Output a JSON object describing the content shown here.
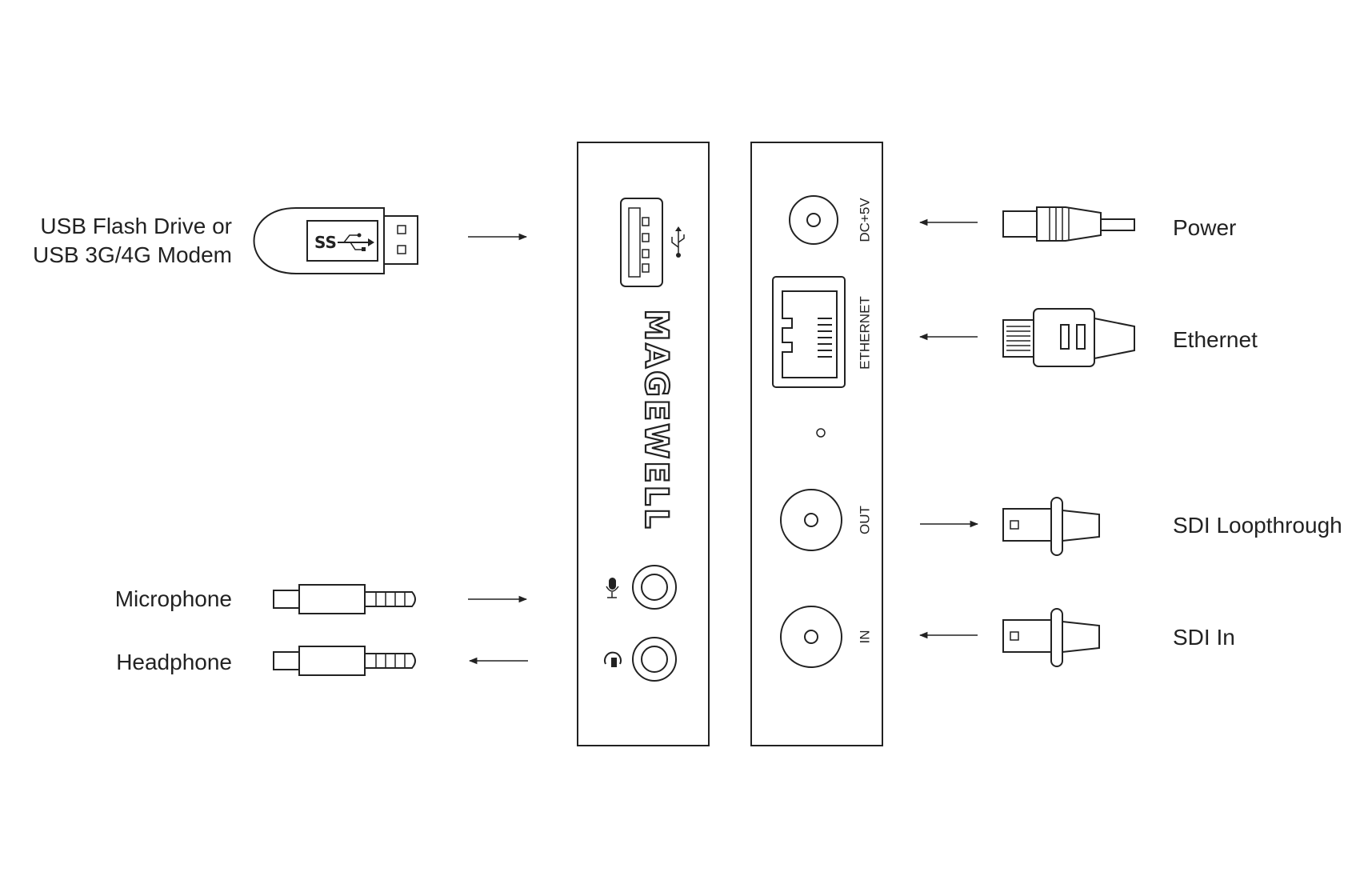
{
  "colors": {
    "line": "#222222",
    "background": "#ffffff"
  },
  "labels": {
    "usb_line1": "USB Flash Drive or",
    "usb_line2": "USB 3G/4G Modem",
    "microphone": "Microphone",
    "headphone": "Headphone",
    "power": "Power",
    "ethernet": "Ethernet",
    "sdi_loop": "SDI  Loopthrough",
    "sdi_in": "SDI  In"
  },
  "device": {
    "logo": "MAGEWELL",
    "usb_logo": "SS",
    "port_dc": "DC+5V",
    "port_ethernet": "ETHERNET",
    "port_out": "OUT",
    "port_in": "IN"
  },
  "icons": {
    "usb": "usb-trident-icon",
    "mic": "microphone-icon",
    "headphone": "headphone-icon"
  }
}
